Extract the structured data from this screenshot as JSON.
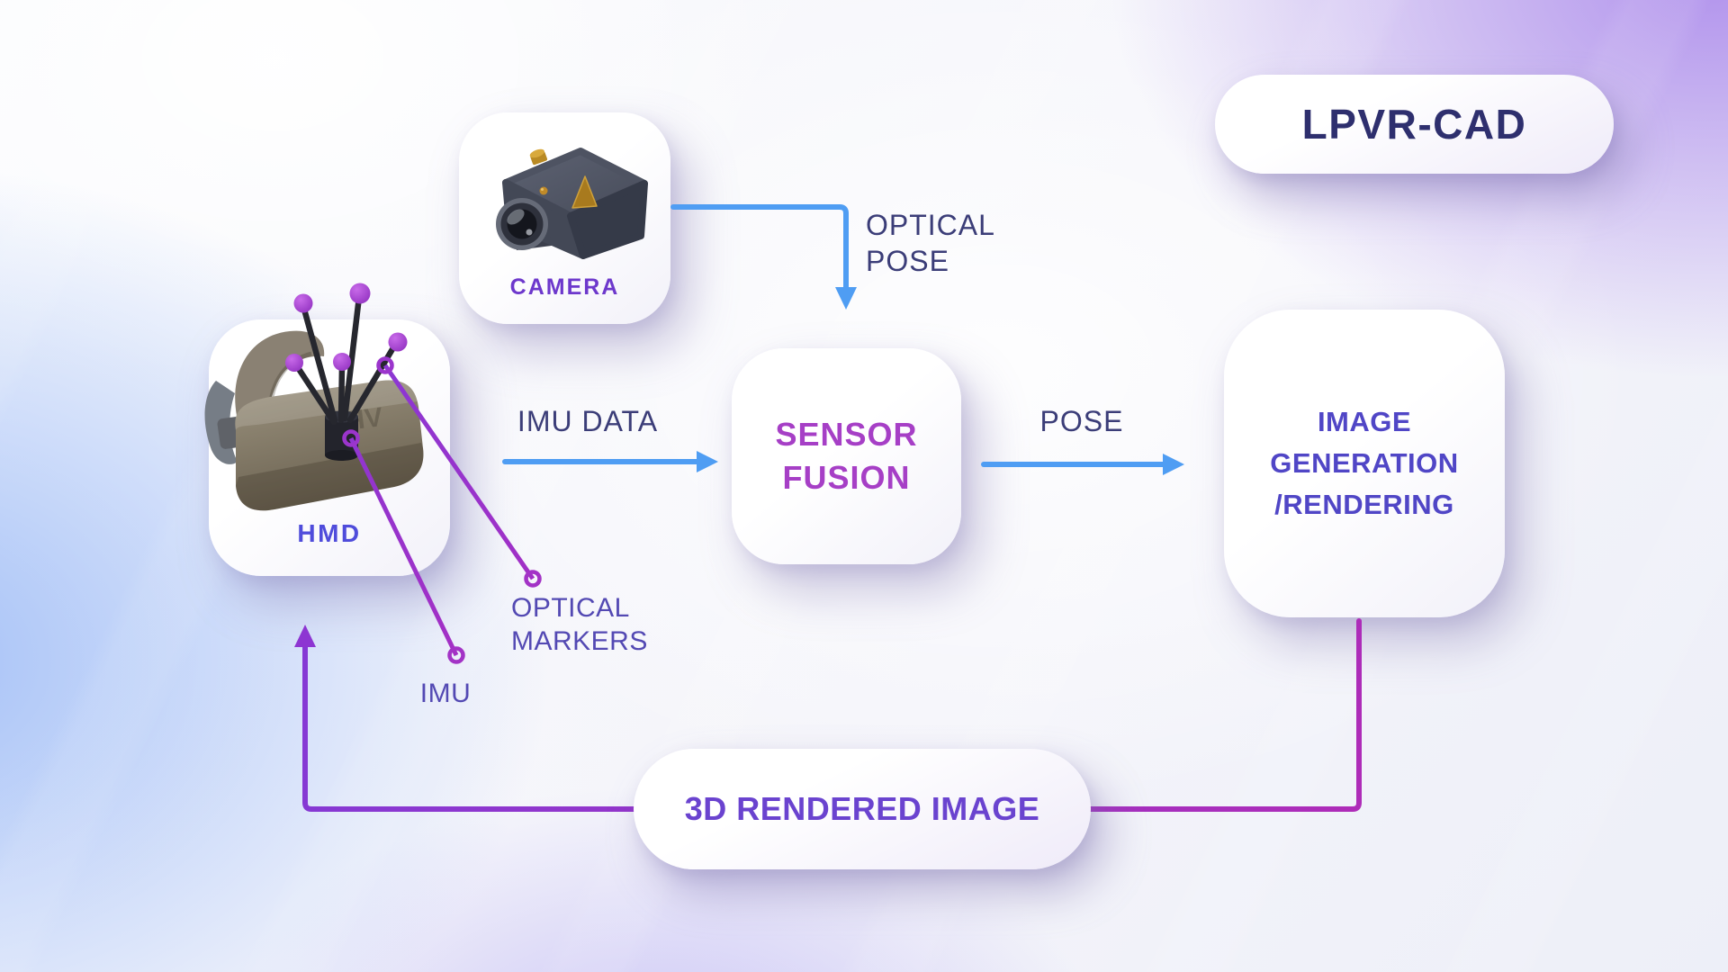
{
  "title_pill": {
    "label": "LPVR-CAD"
  },
  "nodes": {
    "camera": {
      "label": "CAMERA",
      "icon": "camera-3d-icon"
    },
    "hmd": {
      "label": "HMD",
      "icon": "hmd-3d-icon"
    },
    "sensor_fusion": {
      "lines": [
        "SENSOR",
        "FUSION"
      ]
    },
    "image_generation": {
      "lines": [
        "IMAGE",
        "GENERATION",
        "/RENDERING"
      ]
    },
    "rendered_image": {
      "label": "3D RENDERED IMAGE"
    }
  },
  "edge_labels": {
    "optical_pose": {
      "lines": [
        "OPTICAL",
        "POSE"
      ]
    },
    "imu_data": {
      "label": "IMU DATA"
    },
    "pose": {
      "label": "POSE"
    }
  },
  "callout_labels": {
    "optical_markers": {
      "lines": [
        "OPTICAL",
        "MARKERS"
      ]
    },
    "imu": {
      "label": "IMU"
    }
  },
  "colors": {
    "arrow_blue": "#4f9df3",
    "feedback_purple": "#9b36c1",
    "callout_purple": "#9636cc",
    "marker_ball_purple": "#a63dd3",
    "title_text": "#2e2f6e",
    "camera_text": "#6d38cc",
    "hmd_text": "#4f4cdb",
    "sensor_fusion_text": "#a63fc6",
    "image_generation_text": "#5046c6",
    "rendered_image_text": "#6a43cf",
    "edge_label_text": "#3b3d78",
    "callout_label_text": "#5349b3",
    "background_corner_violet": "#c9b9ef",
    "background_corner_blue": "#c2d1f6"
  }
}
